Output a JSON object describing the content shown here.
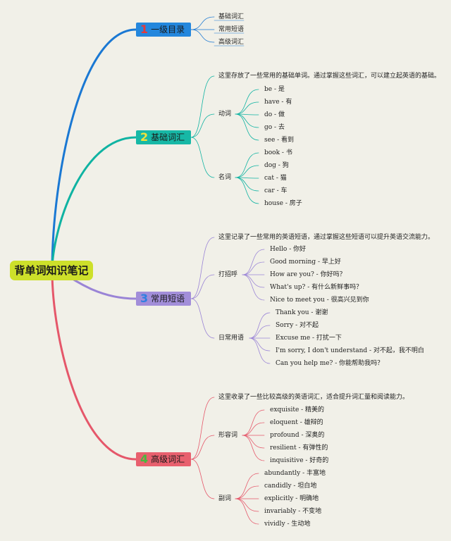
{
  "root": {
    "label": "背单词知识笔记"
  },
  "colors": {
    "blue": "#1a78d3",
    "teal": "#0fb3a2",
    "purple": "#9a84d6",
    "red": "#e5576a",
    "root_bg": "#cde02a",
    "background": "#f1f0e8"
  },
  "branches": [
    {
      "num": "1",
      "label": "一级目录",
      "color": "#1a78d3",
      "bg": "#2487dd",
      "num_color": "#e43a3a",
      "leaves": [
        "基础词汇",
        "常用短语",
        "高级词汇"
      ]
    },
    {
      "num": "2",
      "label": "基础词汇",
      "color": "#0fb3a2",
      "bg": "#17b8a6",
      "num_color": "#f2e23a",
      "desc": "这里存放了一些常用的基础单词。通过掌握这些词汇，可以建立起英语的基础。",
      "groups": [
        {
          "label": "动词",
          "items": [
            "be - 是",
            "have - 有",
            "do - 做",
            "go - 去",
            "see - 看到"
          ]
        },
        {
          "label": "名词",
          "items": [
            "book - 书",
            "dog - 狗",
            "cat - 猫",
            "car - 车",
            "house - 房子"
          ]
        }
      ]
    },
    {
      "num": "3",
      "label": "常用短语",
      "color": "#9a84d6",
      "bg": "#a28ed9",
      "num_color": "#2f7fe0",
      "desc": "这里记录了一些常用的英语短语，通过掌握这些短语可以提升英语交流能力。",
      "groups": [
        {
          "label": "打招呼",
          "items": [
            "Hello - 你好",
            "Good morning - 早上好",
            "How are you? - 你好吗？",
            "What's up? - 有什么新鲜事吗？",
            "Nice to meet you - 很高兴见到你"
          ]
        },
        {
          "label": "日常用语",
          "items": [
            "Thank you - 谢谢",
            "Sorry - 对不起",
            "Excuse me - 打扰一下",
            "I'm sorry, I don't understand - 对不起，我不明白",
            "Can you help me? - 你能帮助我吗？"
          ]
        }
      ]
    },
    {
      "num": "4",
      "label": "高级词汇",
      "color": "#e5576a",
      "bg": "#e8606e",
      "num_color": "#48b83e",
      "desc": "这里收录了一些比较高级的英语词汇，适合提升词汇量和阅读能力。",
      "groups": [
        {
          "label": "形容词",
          "items": [
            "exquisite - 精美的",
            "eloquent - 雄辩的",
            "profound - 深奥的",
            "resilient - 有弹性的",
            "inquisitive - 好奇的"
          ]
        },
        {
          "label": "副词",
          "items": [
            "abundantly - 丰富地",
            "candidly - 坦白地",
            "explicitly - 明确地",
            "invariably - 不变地",
            "vividly - 生动地"
          ]
        }
      ]
    }
  ]
}
